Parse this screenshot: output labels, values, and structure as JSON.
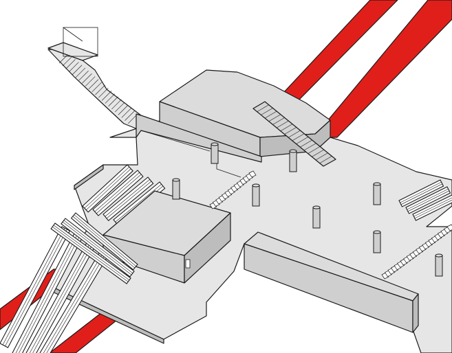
{
  "colors": {
    "background": "#ffffff",
    "track": "#e11f1a",
    "platform_top": "#e6e6e6",
    "block_top": "#dcdcdc",
    "block_side": "#bdbdbd",
    "block_front": "#cfcfcf",
    "outline": "#1a1a1a",
    "stair_fill": "#d4d4d4"
  },
  "icons": {
    "track": "rail-track-band",
    "platform": "concourse-floor",
    "escalator": "escalator-bank",
    "staircase": "staircase",
    "column": "column-pillar",
    "ventilation": "vent-grille"
  }
}
